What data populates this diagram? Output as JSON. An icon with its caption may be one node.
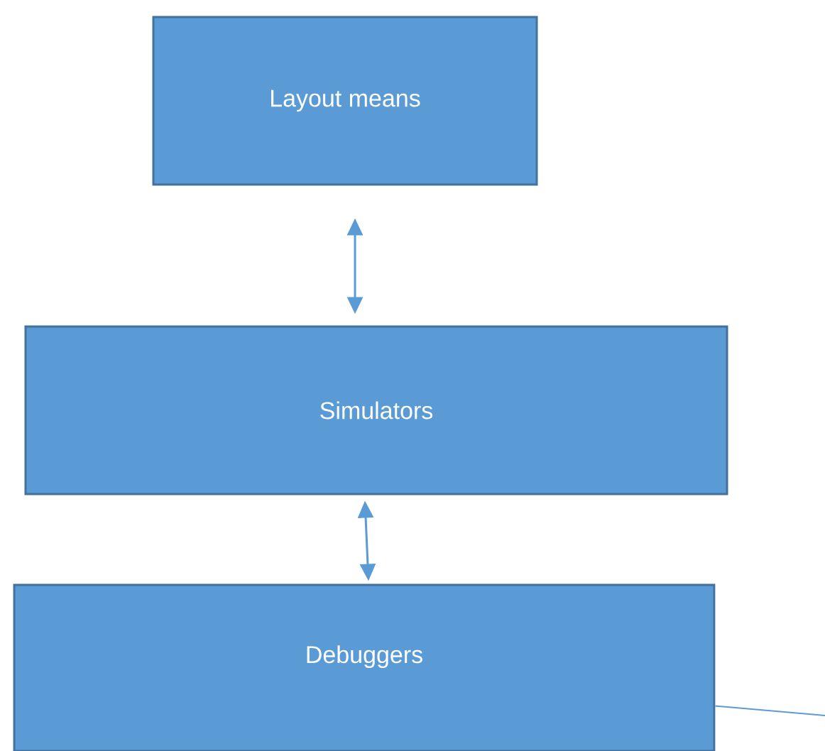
{
  "diagram": {
    "nodes": [
      {
        "text": [
          "Layout means"
        ]
      },
      {
        "text": [
          "Simulators"
        ]
      },
      {
        "text": [
          "Debuggers"
        ]
      }
    ],
    "edges": [
      {
        "from": 0,
        "to": 1,
        "arrow": "both"
      },
      {
        "from": 1,
        "to": 2,
        "arrow": "both"
      },
      {
        "from": 2,
        "to": null,
        "arrow": "none"
      }
    ]
  }
}
